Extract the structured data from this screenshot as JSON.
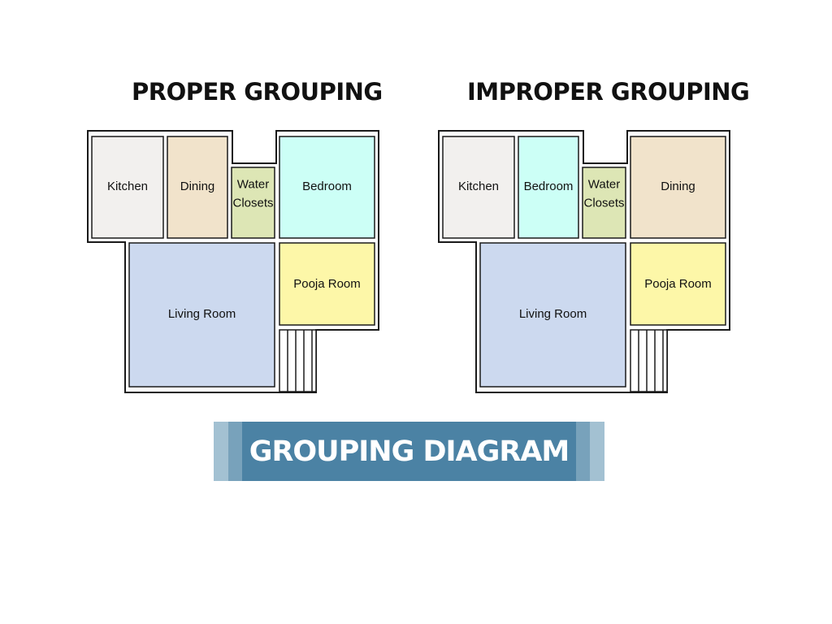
{
  "plans": {
    "proper": {
      "title": "PROPER GROUPING",
      "rooms": {
        "kitchen": [
          "Kitchen"
        ],
        "slot_b": [
          "Dining"
        ],
        "wc": [
          "Water",
          "Closets"
        ],
        "slot_d": [
          "Bedroom"
        ],
        "living": [
          "Living Room"
        ],
        "pooja": [
          "Pooja Room"
        ]
      }
    },
    "improper": {
      "title": "IMPROPER GROUPING",
      "rooms": {
        "kitchen": [
          "Kitchen"
        ],
        "slot_b": [
          "Bedroom"
        ],
        "wc": [
          "Water",
          "Closets"
        ],
        "slot_d": [
          "Dining"
        ],
        "living": [
          "Living Room"
        ],
        "pooja": [
          "Pooja Room"
        ]
      }
    }
  },
  "banner": {
    "label": "GROUPING DIAGRAM"
  },
  "colors": {
    "kitchen": "#f2f0ee",
    "dining": "#f1e3cb",
    "water_closets": "#dde6b5",
    "bedroom": "#ccfff6",
    "living_room": "#ccd9ef",
    "pooja_room": "#fdf7a8",
    "banner_main": "#4b82a4",
    "banner_edge_light": "#a3c1d2",
    "banner_edge_mid": "#78a2bb"
  }
}
